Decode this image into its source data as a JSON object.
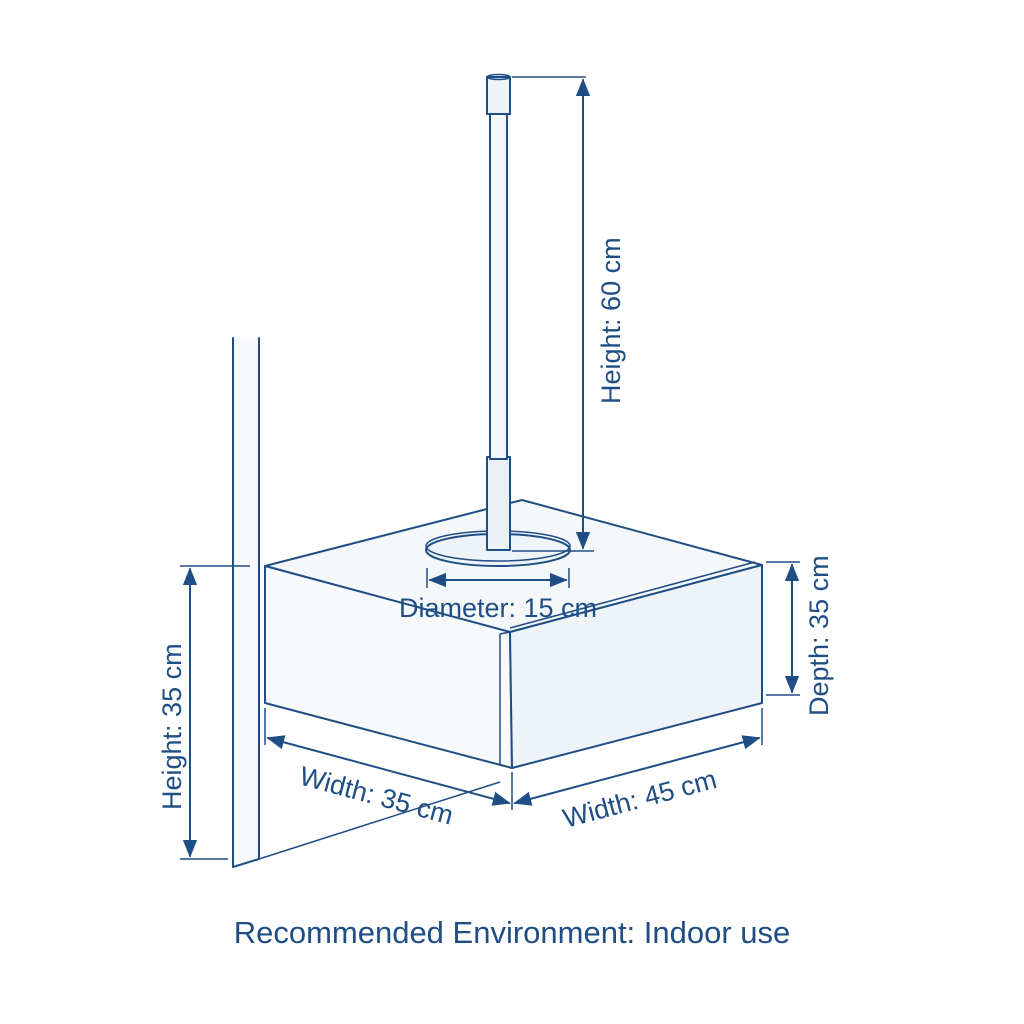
{
  "labels": {
    "rod_height": "Height: 60 cm",
    "box_height": "Height: 35 cm",
    "depth": "Depth: 35 cm",
    "diameter": "Diameter: 15 cm",
    "width_front": "Width: 35 cm",
    "width_side": "Width: 45 cm"
  },
  "caption": "Recommended Environment: Indoor use",
  "colors": {
    "stroke": "#1f4e85",
    "top_face": "#f5f8fb",
    "front_face": "#f7f9fc",
    "side_face": "#eef3f8",
    "wall": "#f6f8fb"
  }
}
